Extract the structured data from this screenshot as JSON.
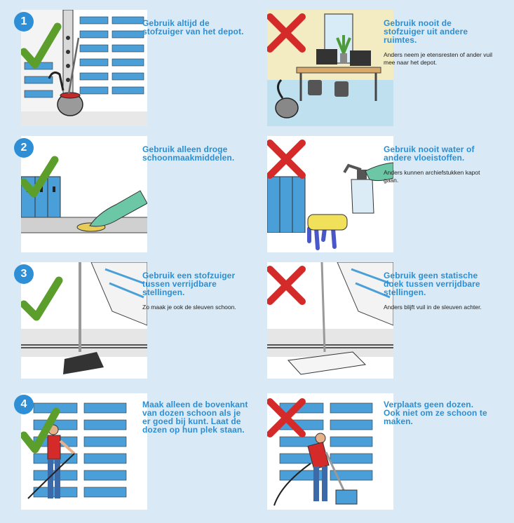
{
  "rows": [
    {
      "number": "1",
      "do": {
        "title": "Gebruik altijd de stofzuiger van het depot.",
        "desc": "",
        "illustration": "vacuum-between-shelves",
        "mark": "check-icon"
      },
      "dont": {
        "title": "Gebruik nooit de stofzuiger uit andere ruimtes.",
        "desc": "Anders neem je etensresten of ander vuil mee naar het depot.",
        "illustration": "office-with-vacuum",
        "mark": "cross-icon"
      }
    },
    {
      "number": "2",
      "do": {
        "title": "Gebruik alleen droge schoonmaakmiddelen.",
        "desc": "",
        "illustration": "gloved-hand-dry-cloth",
        "mark": "check-icon"
      },
      "dont": {
        "title": "Gebruik nooit water of andere vloeistoffen.",
        "desc": "Anders kunnen archiefstukken kapot gaan.",
        "illustration": "spray-bottle-and-sponge",
        "mark": "cross-icon"
      }
    },
    {
      "number": "3",
      "do": {
        "title": "Gebruik een stofzuiger tussen verrijdbare stellingen.",
        "desc": "Zo maak je ook de sleuven schoon.",
        "illustration": "vacuum-nozzle-rails",
        "mark": "check-icon"
      },
      "dont": {
        "title": "Gebruik geen statische doek tussen verrijdbare stellingen.",
        "desc": "Anders blijft vuil in de sleuven achter.",
        "illustration": "flat-mop-rails",
        "mark": "cross-icon"
      }
    },
    {
      "number": "4",
      "do": {
        "title": "Maak alleen de bovenkant van dozen schoon als je er goed bij kunt. Laat de dozen op hun plek staan.",
        "desc": "",
        "illustration": "person-vacuuming-shelves",
        "mark": "check-icon"
      },
      "dont": {
        "title": "Verplaats geen dozen. Ook niet om ze schoon te maken.",
        "desc": "",
        "illustration": "person-moving-box",
        "mark": "cross-icon"
      }
    }
  ],
  "colors": {
    "background": "#d9e9f5",
    "accent": "#2b8fd3",
    "check": "#5c9e2c",
    "cross": "#d42a2a"
  }
}
